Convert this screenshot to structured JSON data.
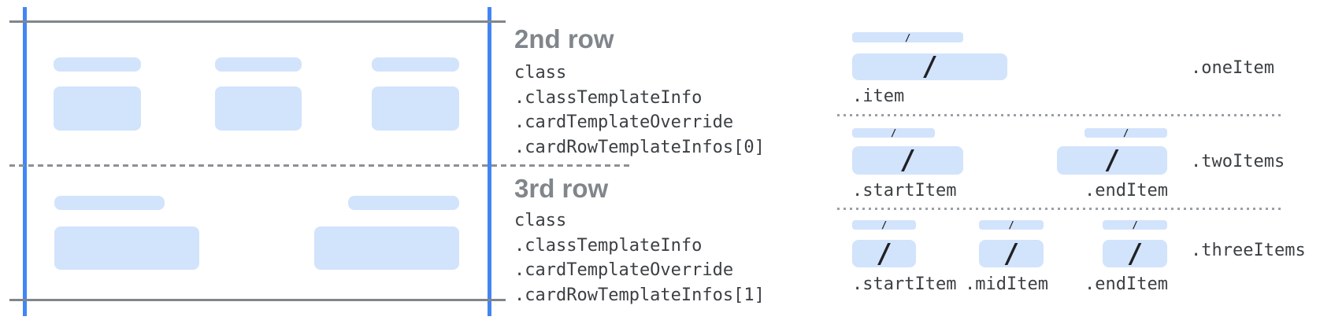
{
  "colors": {
    "page-bg": "#ffffff",
    "accent-blue": "#4285f4",
    "fill-blue": "#d2e3fc",
    "guide-gray": "#80868b",
    "dash-gray": "#8c9196",
    "divider-gray": "#9aa0a6",
    "heading-gray": "#80868b",
    "text-dark": "#3c4043",
    "slash-dark": "#202124"
  },
  "slash": "/",
  "card_rows": [
    {
      "heading": "2nd row",
      "class_path": [
        "class",
        ".classTemplateInfo",
        ".cardTemplateOverride",
        ".cardRowTemplateInfos[0]"
      ]
    },
    {
      "heading": "3rd row",
      "class_path": [
        "class",
        ".classTemplateInfo",
        ".cardTemplateOverride",
        ".cardRowTemplateInfos[1]"
      ]
    }
  ],
  "item_layouts": [
    {
      "name": ".oneItem",
      "items": [
        ".item"
      ]
    },
    {
      "name": ".twoItems",
      "items": [
        ".startItem",
        ".endItem"
      ]
    },
    {
      "name": ".threeItems",
      "items": [
        ".startItem",
        ".midItem",
        ".endItem"
      ]
    }
  ]
}
